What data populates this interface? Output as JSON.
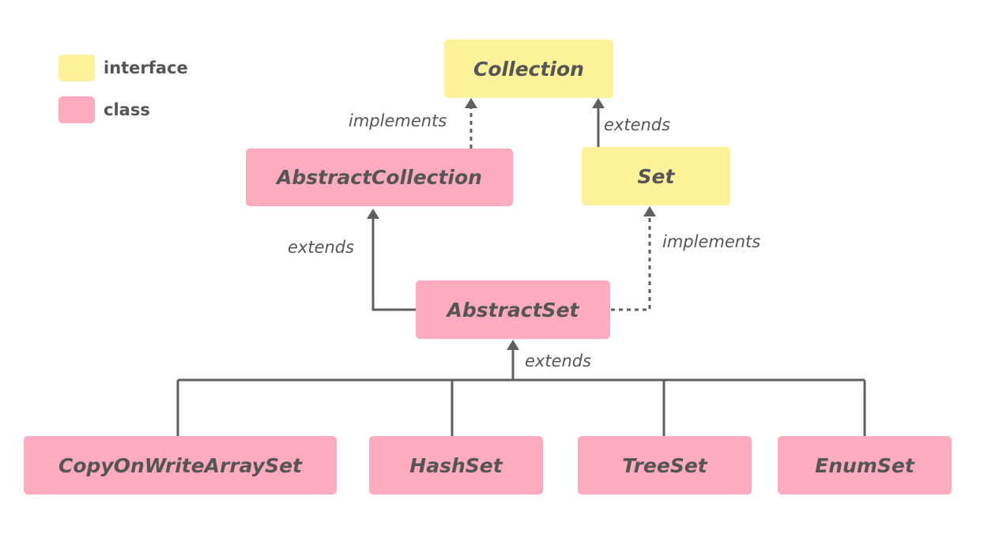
{
  "colors": {
    "interface": "#fdf19a",
    "class": "#feabc0",
    "line": "#5f5f5f",
    "text": "#555555"
  },
  "legend": {
    "interface_label": "interface",
    "class_label": "class"
  },
  "nodes": {
    "collection": "Collection",
    "abstract_collection": "AbstractCollection",
    "set": "Set",
    "abstract_set": "AbstractSet",
    "copy_on_write_array_set": "CopyOnWriteArraySet",
    "hash_set": "HashSet",
    "tree_set": "TreeSet",
    "enum_set": "EnumSet"
  },
  "edges": {
    "abstract_collection_to_collection": "implements",
    "set_to_collection": "extends",
    "abstract_set_to_abstract_collection": "extends",
    "abstract_set_to_set": "implements",
    "subclasses_to_abstract_set": "extends"
  }
}
